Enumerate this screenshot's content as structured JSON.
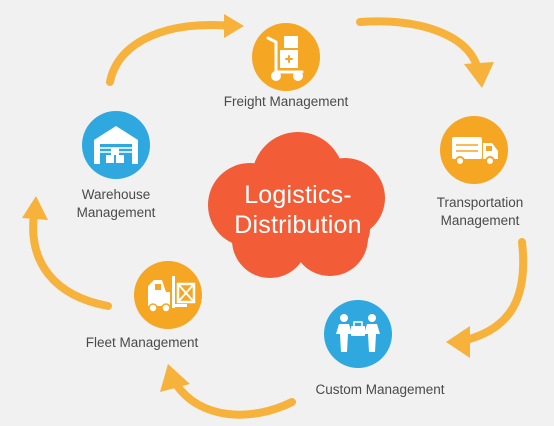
{
  "colors": {
    "background": "#f1f1f1",
    "accent_orange": "#f5a623",
    "arrow_orange": "#f7b23b",
    "center_cloud": "#f25c36",
    "custom_blue": "#2ea8df",
    "warehouse_blue": "#2ea8df"
  },
  "center": {
    "line1": "Logistics-",
    "line2": "Distribution"
  },
  "nodes": {
    "freight": {
      "label": "Freight Management",
      "icon": "hand-truck-icon"
    },
    "transportation": {
      "label_line1": "Transportation",
      "label_line2": "Management",
      "icon": "delivery-truck-icon"
    },
    "custom": {
      "label": "Custom Management",
      "icon": "handshake-icon"
    },
    "fleet": {
      "label": "Fleet Management",
      "icon": "forklift-icon"
    },
    "warehouse": {
      "label_line1": "Warehouse",
      "label_line2": "Management",
      "icon": "warehouse-icon"
    }
  }
}
